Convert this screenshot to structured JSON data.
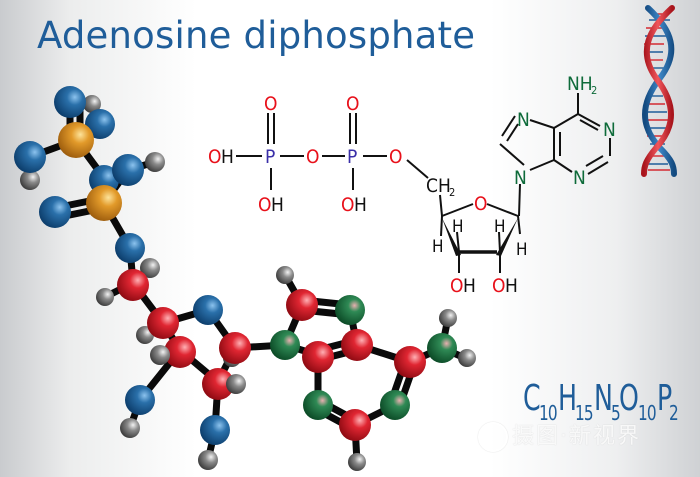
{
  "title": "Adenosine diphosphate",
  "formula": {
    "parts": [
      {
        "symbol": "C",
        "count": "10"
      },
      {
        "symbol": "H",
        "count": "15"
      },
      {
        "symbol": "N",
        "count": "5"
      },
      {
        "symbol": "O",
        "count": "10"
      },
      {
        "symbol": "P",
        "count": "2"
      }
    ]
  },
  "structural_formula": {
    "labels": {
      "oh": "OH",
      "o": "O",
      "p": "P",
      "h": "H",
      "n": "N",
      "nh2_n": "NH",
      "nh2_sub": "2",
      "ch2_c": "CH",
      "ch2_sub": "2"
    },
    "colors": {
      "oxygen": "#e8101a",
      "phosphorus": "#3a2fa8",
      "nitrogen": "#0e6b3a",
      "carbon_bond": "#111111"
    }
  },
  "ball_stick_model": {
    "colors": {
      "phosphorus": "#d58a1c",
      "oxygen": "#1a5f96",
      "carbon": "#d91f2b",
      "nitrogen": "#1b7a45",
      "hydrogen": "#6e6e6e"
    }
  },
  "dna_icon": {
    "strand_colors": [
      "#1f5d99",
      "#d42a32"
    ]
  },
  "watermark": "摄图·新视界"
}
